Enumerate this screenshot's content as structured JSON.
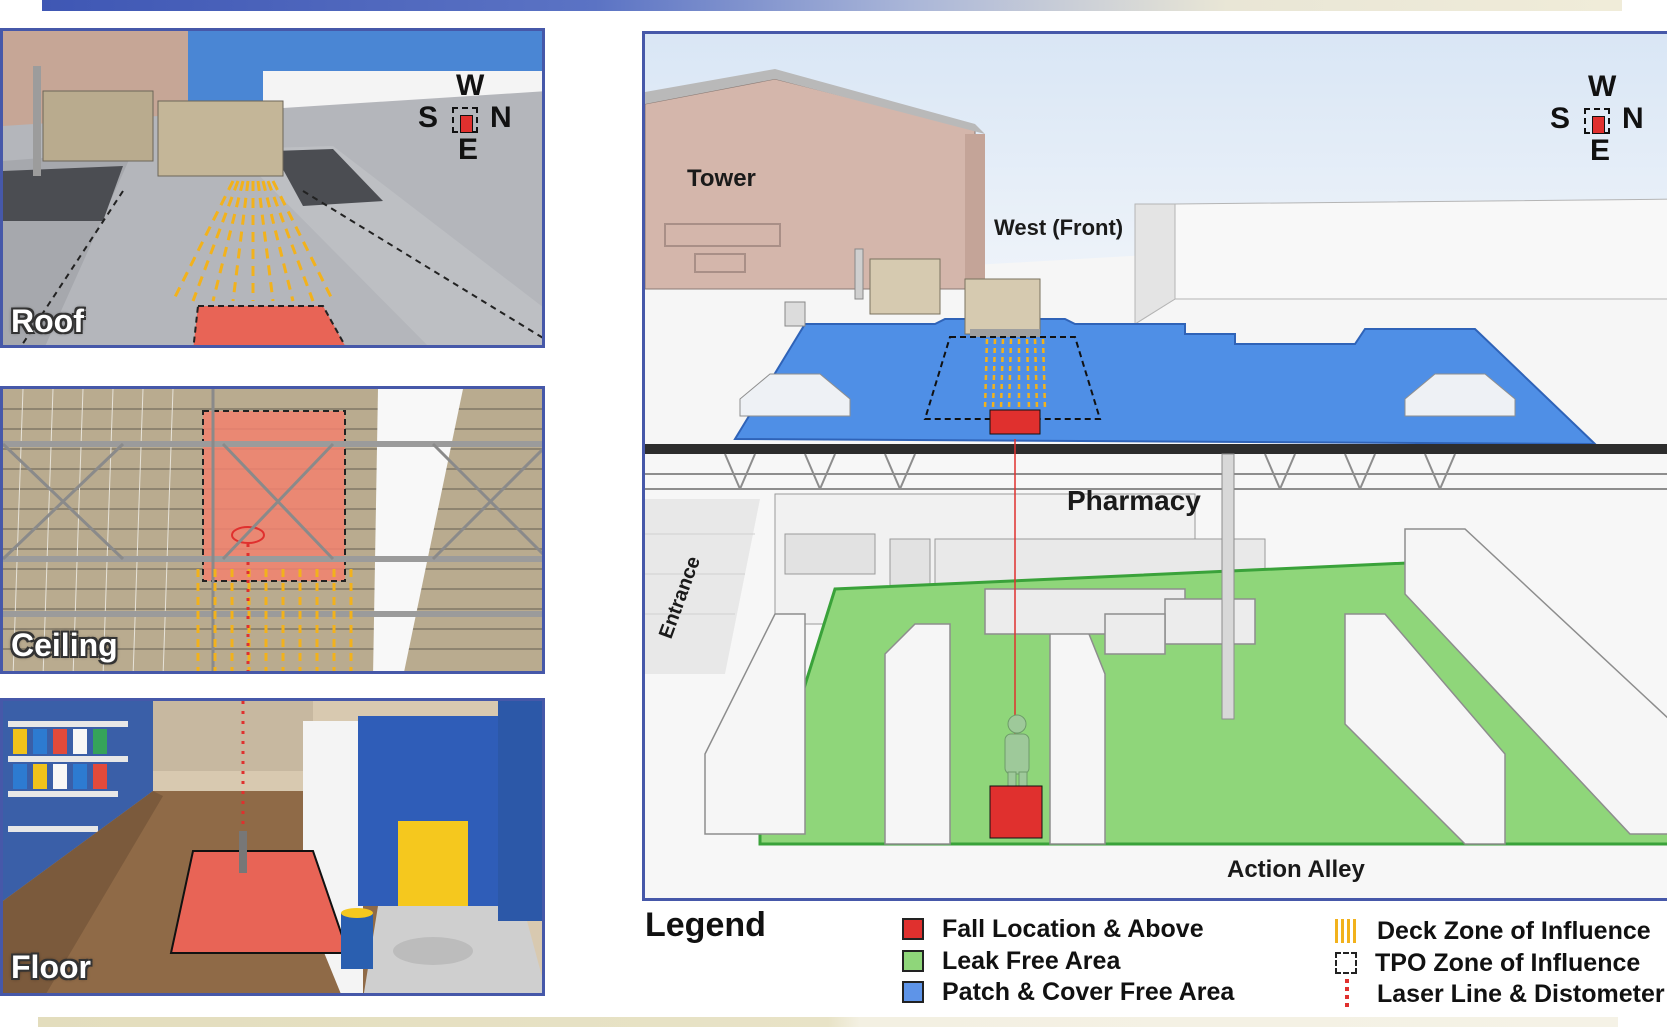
{
  "panels": {
    "roof": {
      "label": "Roof"
    },
    "ceiling": {
      "label": "Ceiling"
    },
    "floor": {
      "label": "Floor"
    }
  },
  "compass": {
    "w": "W",
    "s": "S",
    "n": "N",
    "e": "E"
  },
  "main": {
    "tower": "Tower",
    "west_front": "West (Front)",
    "pharmacy": "Pharmacy",
    "entrance": "Entrance",
    "action_alley": "Action Alley"
  },
  "legend": {
    "title": "Legend",
    "items": [
      {
        "label": "Fall Location & Above",
        "icon": "red-square",
        "color": "#e0302e"
      },
      {
        "label": "Leak Free Area",
        "icon": "green-square",
        "color": "#8fd67a"
      },
      {
        "label": "Patch & Cover Free Area",
        "icon": "blue-square",
        "color": "#5e94e8"
      },
      {
        "label": "Deck Zone of Influence",
        "icon": "deck-zone-icon",
        "color": "#f2b21c"
      },
      {
        "label": "TPO Zone of Influence",
        "icon": "tpo-zone-icon",
        "color": "#222222"
      },
      {
        "label": "Laser Line & Distometer",
        "icon": "laser-line-icon",
        "color": "#e0302e"
      }
    ]
  }
}
